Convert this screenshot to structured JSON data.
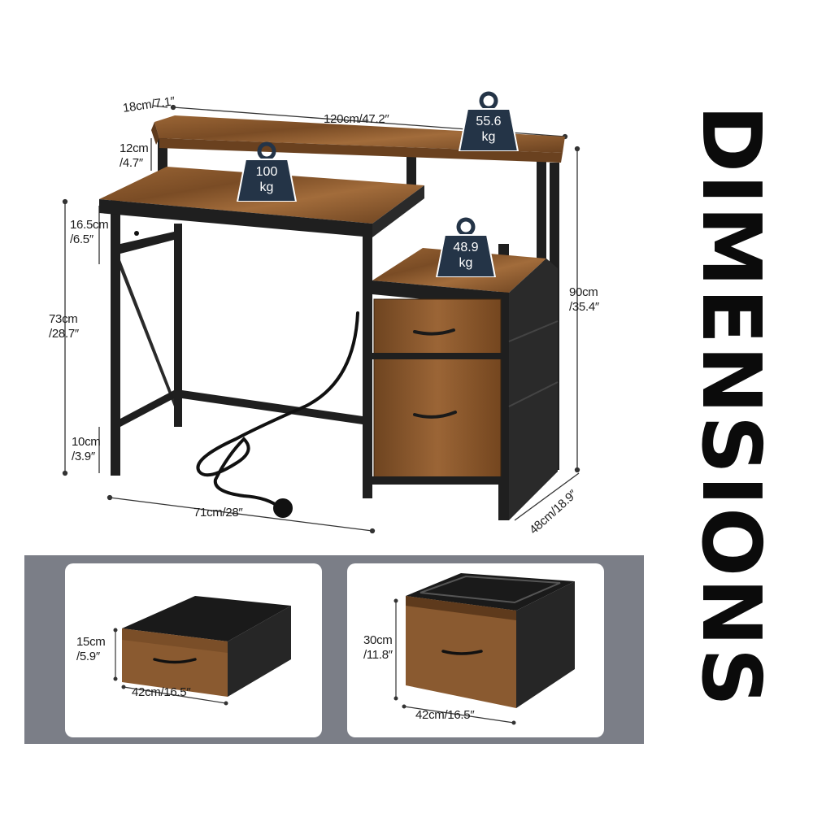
{
  "title": "DIMENSIONS",
  "dimensions": {
    "shelf_depth": "18cm/7.1″",
    "shelf_width": "120cm/47.2″",
    "riser_height_cm": "12cm",
    "riser_height_in": "/4.7″",
    "knee_clearance_cm": "16.5cm",
    "knee_clearance_in": "/6.5″",
    "desk_height_cm": "73cm",
    "desk_height_in": "/28.7″",
    "floor_clearance_cm": "10cm",
    "floor_clearance_in": "/3.9″",
    "leg_space_width": "71cm/28″",
    "total_height_cm": "90cm",
    "total_height_in": "/35.4″",
    "total_depth": "48cm/18.9″"
  },
  "weights": [
    {
      "value": "55.6",
      "unit": "kg"
    },
    {
      "value": "100",
      "unit": "kg"
    },
    {
      "value": "48.9",
      "unit": "kg"
    }
  ],
  "drawers": [
    {
      "height_cm": "15cm",
      "height_in": "/5.9″",
      "width": "42cm/16.5″"
    },
    {
      "height_cm": "30cm",
      "height_in": "/11.8″",
      "width": "42cm/16.5″"
    }
  ],
  "colors": {
    "wood": "#8a5a30",
    "wood_dark": "#5e3a1c",
    "frame": "#1f1f1f",
    "weight_badge": "#243447",
    "panel": "#7b7e87"
  }
}
